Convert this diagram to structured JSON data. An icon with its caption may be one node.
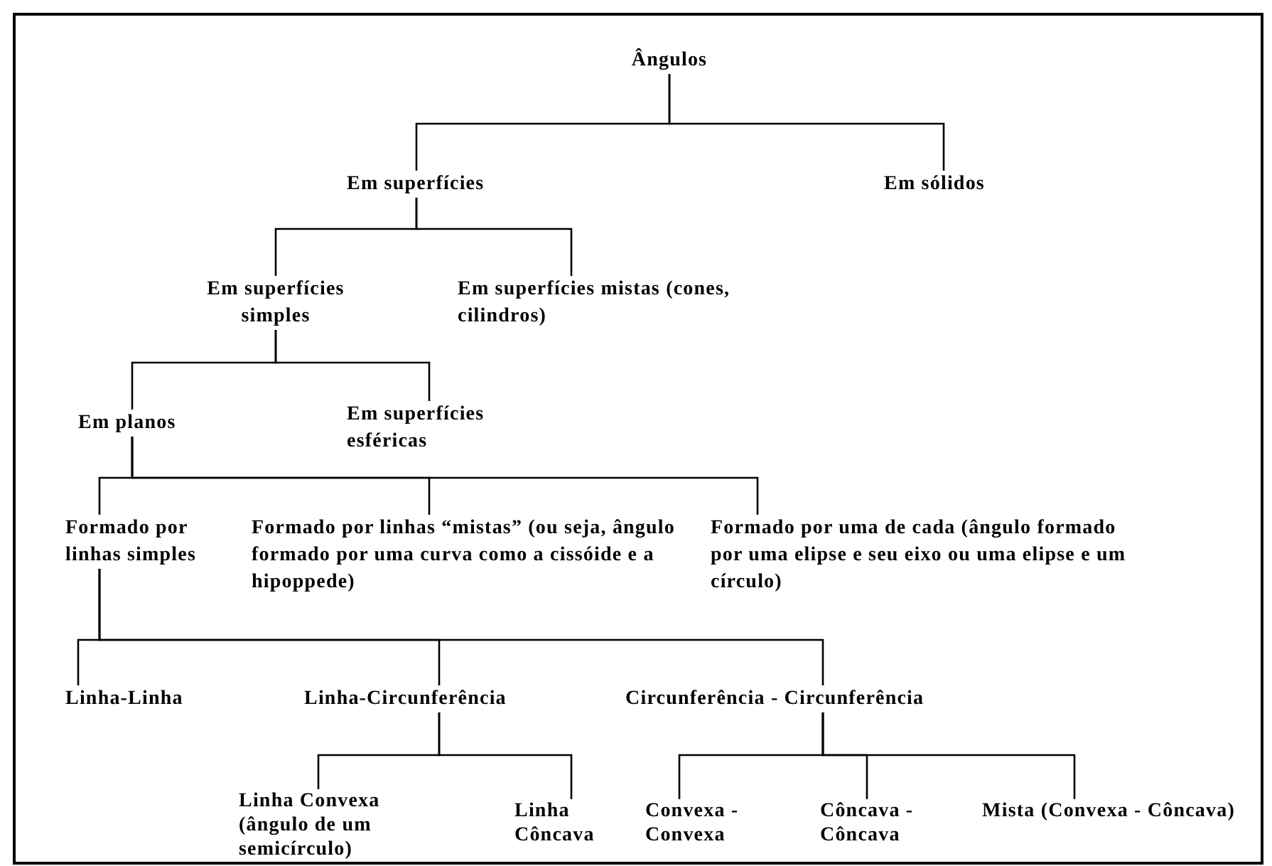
{
  "diagram": {
    "nodes": [
      {
        "text": [
          "Ângulos"
        ]
      },
      {
        "text": [
          "Em superfícies"
        ]
      },
      {
        "text": [
          "Em sólidos"
        ]
      },
      {
        "text": [
          "Em superfícies simples"
        ]
      },
      {
        "text": [
          "Em superfícies mistas (cones, cilindros)"
        ]
      },
      {
        "text": [
          "Em planos"
        ]
      },
      {
        "text": [
          "Em superfícies esféricas"
        ]
      },
      {
        "text": [
          "Formado por linhas simples"
        ]
      },
      {
        "text": [
          "Formado por linhas “mistas” (ou seja, ângulo formado por uma curva como a cissóide e a hipoppede)"
        ]
      },
      {
        "text": [
          "Formado por uma de cada (ângulo formado por uma elipse e seu eixo ou uma elipse e um círculo)"
        ]
      },
      {
        "text": [
          "Linha-Linha"
        ]
      },
      {
        "text": [
          "Linha-Circunferência"
        ]
      },
      {
        "text": [
          "Circunferência - Circunferência"
        ]
      },
      {
        "text": [
          "Linha Convexa (ângulo de um semicírculo)"
        ]
      },
      {
        "text": [
          "Linha Côncava"
        ]
      },
      {
        "text": [
          "Convexa - Convexa"
        ]
      },
      {
        "text": [
          "Côncava - Côncava"
        ]
      },
      {
        "text": [
          "Mista (Convexa - Côncava)"
        ]
      }
    ],
    "edges": [
      {
        "from": 0,
        "to": 1,
        "arrow": "none"
      },
      {
        "from": 0,
        "to": 2,
        "arrow": "none"
      },
      {
        "from": 1,
        "to": 3,
        "arrow": "none"
      },
      {
        "from": 1,
        "to": 4,
        "arrow": "none"
      },
      {
        "from": 3,
        "to": 5,
        "arrow": "none"
      },
      {
        "from": 3,
        "to": 6,
        "arrow": "none"
      },
      {
        "from": 5,
        "to": 7,
        "arrow": "none"
      },
      {
        "from": 5,
        "to": 8,
        "arrow": "none"
      },
      {
        "from": 5,
        "to": 9,
        "arrow": "none"
      },
      {
        "from": 7,
        "to": 10,
        "arrow": "none"
      },
      {
        "from": 7,
        "to": 11,
        "arrow": "none"
      },
      {
        "from": 7,
        "to": 12,
        "arrow": "none"
      },
      {
        "from": 11,
        "to": 13,
        "arrow": "none"
      },
      {
        "from": 11,
        "to": 14,
        "arrow": "none"
      },
      {
        "from": 12,
        "to": 15,
        "arrow": "none"
      },
      {
        "from": 12,
        "to": 16,
        "arrow": "none"
      },
      {
        "from": 12,
        "to": 17,
        "arrow": "none"
      }
    ]
  }
}
